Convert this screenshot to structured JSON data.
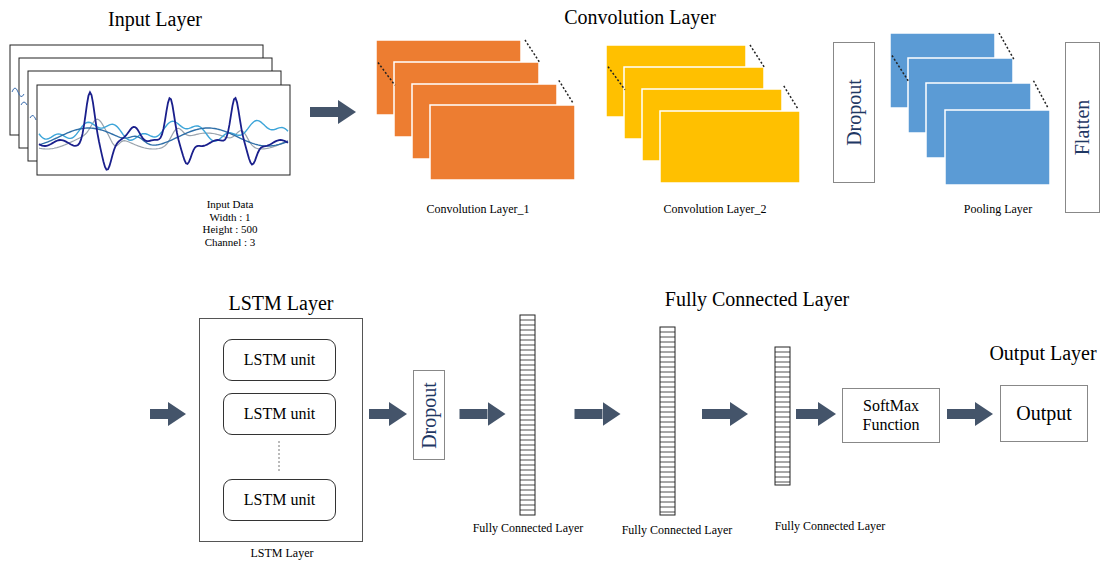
{
  "diagram": {
    "nodes": [
      {
        "text": [
          "Input Data Width : 1 Height : 500 Channel : 3"
        ]
      },
      {
        "text": [
          "Convolution Layer_1"
        ]
      },
      {
        "text": [
          "Convolution Layer_2"
        ]
      },
      {
        "text": [
          "Dropout"
        ]
      },
      {
        "text": [
          "Pooling Layer"
        ]
      },
      {
        "text": [
          "Flatten"
        ]
      },
      {
        "text": [
          "LSTM Layer"
        ]
      },
      {
        "text": [
          "LSTM unit"
        ],
        "in": 6
      },
      {
        "text": [
          "LSTM unit"
        ],
        "in": 6
      },
      {
        "text": [
          "LSTM unit"
        ],
        "in": 6
      },
      {
        "text": [
          "Dropout"
        ]
      },
      {
        "text": [
          "Fully Connected Layer"
        ]
      },
      {
        "text": [
          "Fully Connected Layer"
        ]
      },
      {
        "text": [
          "Fully Connected Layer"
        ]
      },
      {
        "text": [
          "SoftMax Function"
        ]
      },
      {
        "text": [
          "Output"
        ]
      }
    ],
    "edges": [
      {
        "from": 0,
        "to": 1,
        "arrow": "to"
      },
      {
        "from": 6,
        "to": 10,
        "arrow": "to"
      },
      {
        "from": 10,
        "to": 11,
        "arrow": "to"
      },
      {
        "from": 11,
        "to": 12,
        "arrow": "to"
      },
      {
        "from": 12,
        "to": 13,
        "arrow": "to"
      },
      {
        "from": 13,
        "to": 14,
        "arrow": "to"
      },
      {
        "from": 14,
        "to": 15,
        "arrow": "to"
      }
    ],
    "labels": [
      "Input Layer",
      "Convolution Layer",
      "LSTM Layer",
      "Fully Connected Layer",
      "Output Layer"
    ]
  }
}
